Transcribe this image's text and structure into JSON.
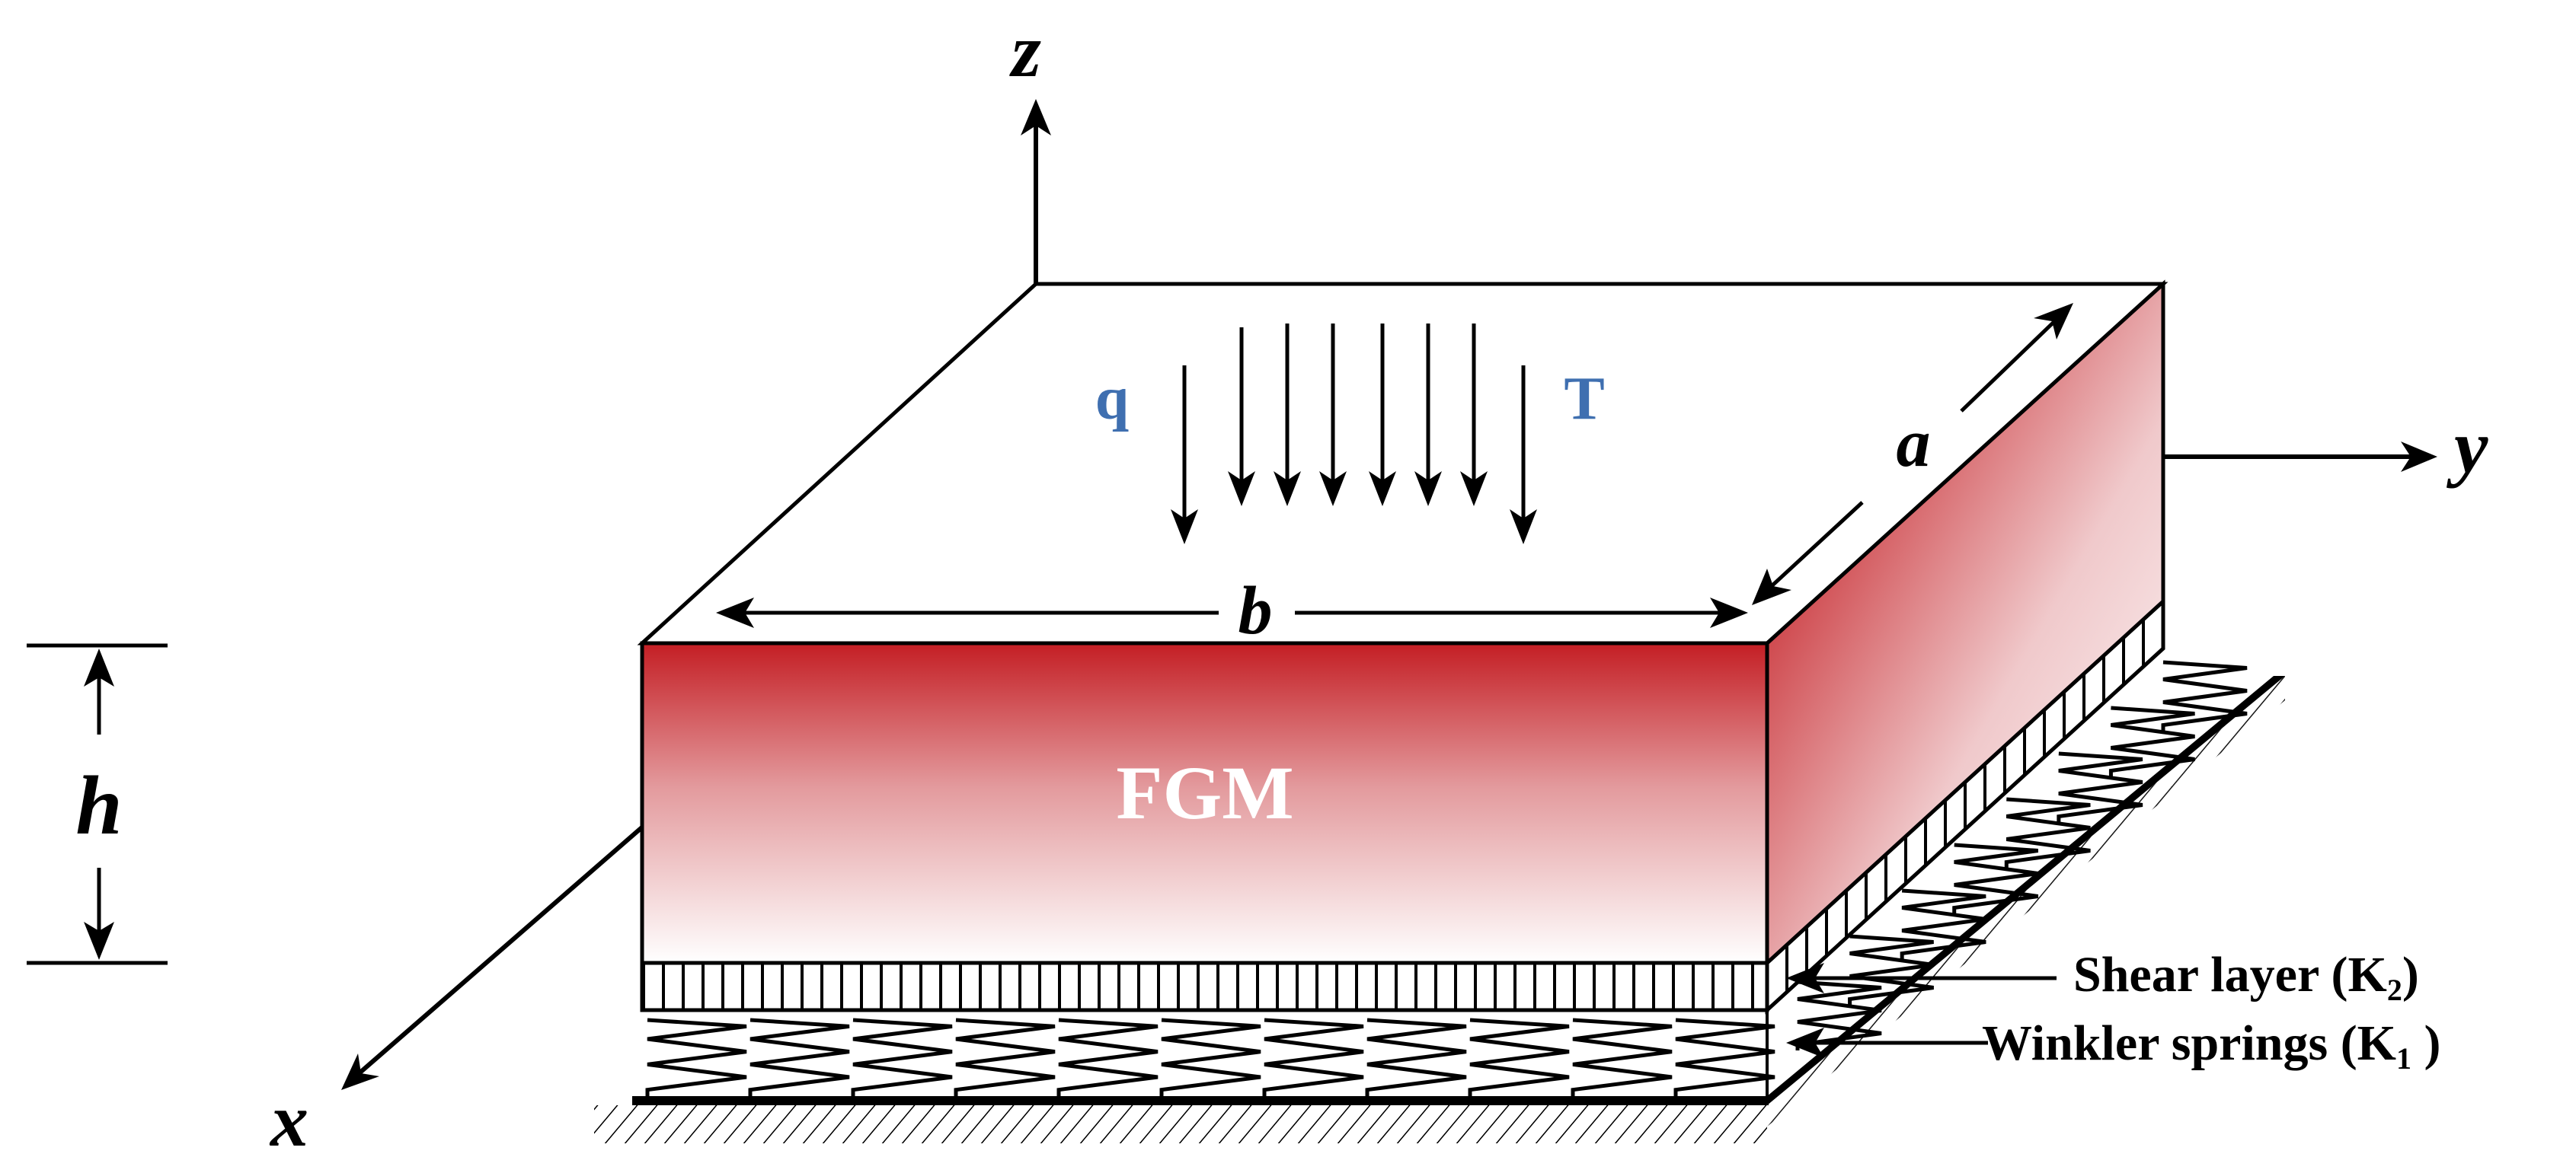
{
  "axes": {
    "x": "x",
    "y": "y",
    "z": "z"
  },
  "dimensions": {
    "a": "a",
    "b": "b",
    "h": "h"
  },
  "loads": {
    "q": "q",
    "T": "T"
  },
  "plate_label": "FGM",
  "foundation": {
    "shear_text": "Shear layer (K",
    "shear_sub": "2",
    "shear_close": ")",
    "winkler_text": "Winkler springs  (K",
    "winkler_sub": "1",
    "winkler_close": " )"
  },
  "colors": {
    "gradient_top": "#c41e24",
    "gradient_bottom": "#ffffff",
    "load_labels": "#3f6fb0",
    "lines": "#000000"
  }
}
